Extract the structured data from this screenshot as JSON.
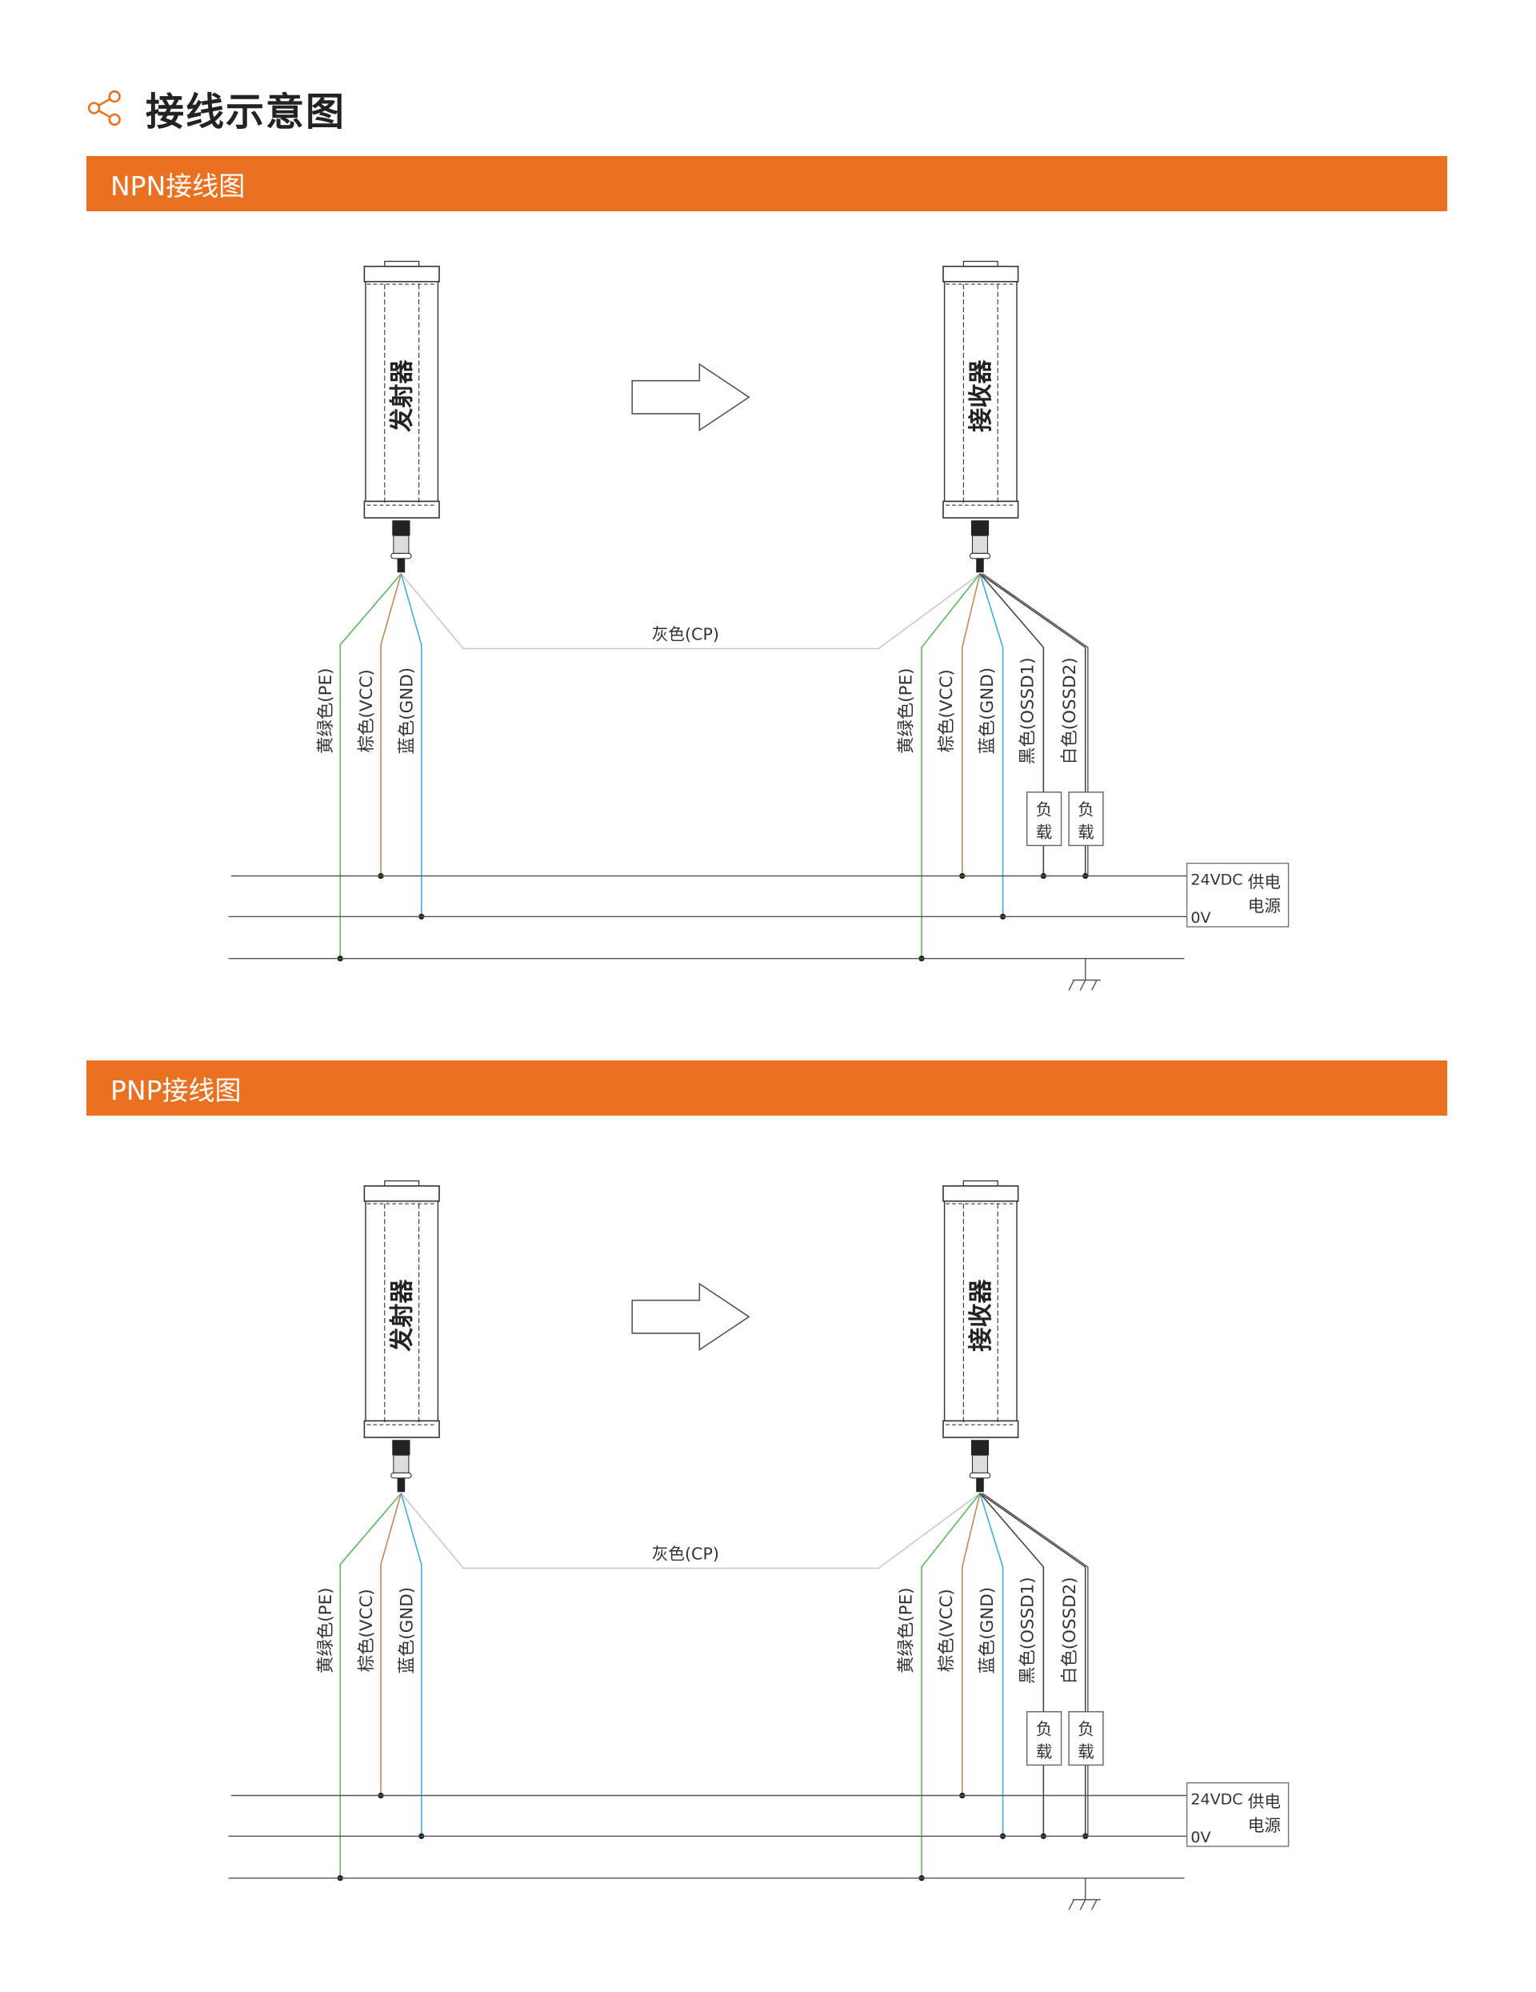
{
  "header": {
    "title": "接线示意图",
    "icon": "share-icon"
  },
  "colors": {
    "accent": "#ea7022",
    "green": "#5cb85c",
    "brown": "#c08a55",
    "blue": "#3bb0d8",
    "gray": "#c8c8c8",
    "line": "#555555"
  },
  "sections": [
    {
      "title": "NPN接线图",
      "emitter_label": "发射器",
      "receiver_label": "接收器",
      "cp_label": "灰色(CP)",
      "emitter_wires": [
        "黄绿色(PE)",
        "棕色(VCC)",
        "蓝色(GND)"
      ],
      "receiver_wires": [
        "黄绿色(PE)",
        "棕色(VCC)",
        "蓝色(GND)",
        "黑色(OSSD1)",
        "白色(OSSD2)"
      ],
      "load_label": [
        "负",
        "载"
      ],
      "power": {
        "v24": "24VDC",
        "v0": "0V",
        "label1": "供电",
        "label2": "电源"
      },
      "loads_connect_to": "24VDC"
    },
    {
      "title": "PNP接线图",
      "emitter_label": "发射器",
      "receiver_label": "接收器",
      "cp_label": "灰色(CP)",
      "emitter_wires": [
        "黄绿色(PE)",
        "棕色(VCC)",
        "蓝色(GND)"
      ],
      "receiver_wires": [
        "黄绿色(PE)",
        "棕色(VCC)",
        "蓝色(GND)",
        "黑色(OSSD1)",
        "白色(OSSD2)"
      ],
      "load_label": [
        "负",
        "载"
      ],
      "power": {
        "v24": "24VDC",
        "v0": "0V",
        "label1": "供电",
        "label2": "电源"
      },
      "loads_connect_to": "0V"
    }
  ]
}
